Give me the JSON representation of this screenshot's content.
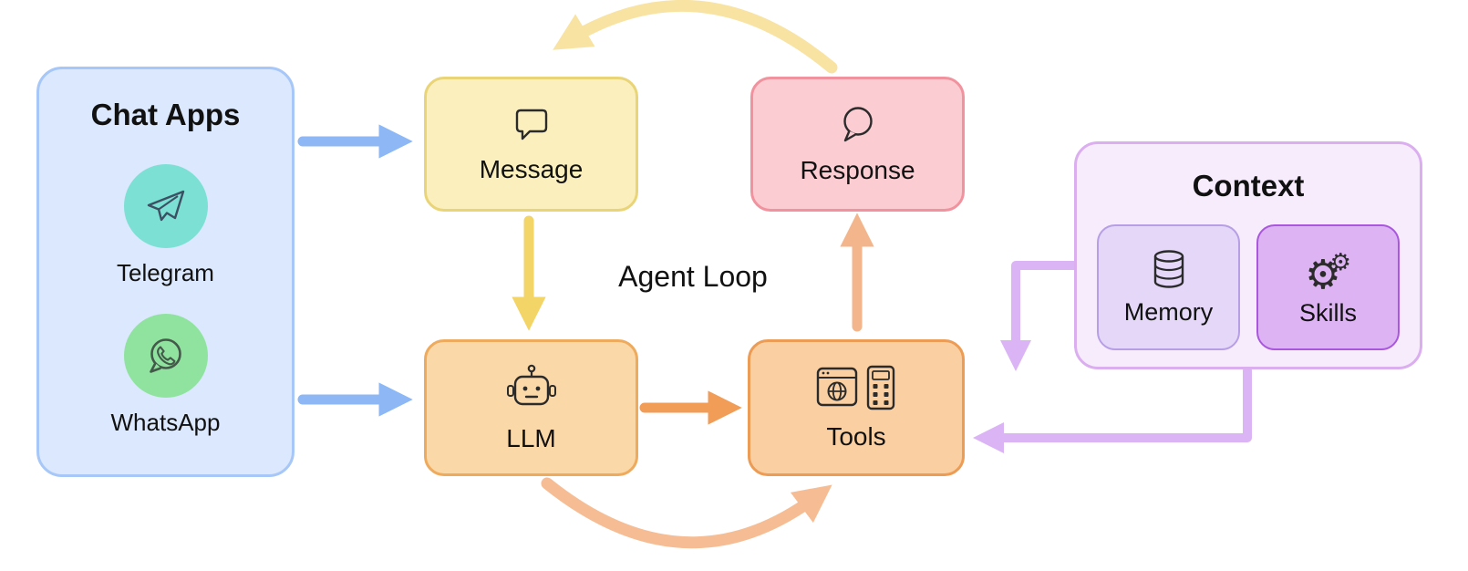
{
  "chat_apps": {
    "title": "Chat Apps",
    "telegram_label": "Telegram",
    "whatsapp_label": "WhatsApp"
  },
  "nodes": {
    "message": {
      "label": "Message",
      "icon": "speech-bubble-square-icon"
    },
    "response": {
      "label": "Response",
      "icon": "speech-bubble-round-icon"
    },
    "llm": {
      "label": "LLM",
      "icon": "robot-icon"
    },
    "tools": {
      "label": "Tools",
      "icon": "browser-calculator-icon"
    }
  },
  "agent_loop_label": "Agent Loop",
  "context": {
    "title": "Context",
    "memory": {
      "label": "Memory",
      "icon": "database-icon"
    },
    "skills": {
      "label": "Skills",
      "icon": "gears-icon"
    }
  },
  "glyphs": {
    "gear": "⚙"
  },
  "arrows": [
    {
      "from": "chat-apps",
      "to": "message",
      "style": "straight",
      "color": "#8db8f5"
    },
    {
      "from": "chat-apps",
      "to": "llm",
      "style": "straight",
      "color": "#8db8f5"
    },
    {
      "from": "message",
      "to": "llm",
      "style": "straight",
      "color": "#f3d467"
    },
    {
      "from": "llm",
      "to": "tools",
      "style": "straight",
      "color": "#f19d58"
    },
    {
      "from": "tools",
      "to": "response",
      "style": "straight",
      "color": "#f3b68c"
    },
    {
      "from": "response",
      "to": "message",
      "style": "curved-top",
      "color": "#f8e3a3"
    },
    {
      "from": "llm",
      "to": "tools",
      "style": "curved-bottom",
      "color": "#f6bd94"
    },
    {
      "from": "context",
      "to": "tools",
      "style": "elbow-down",
      "color": "#dab4f5"
    },
    {
      "from": "context",
      "to": "tools",
      "style": "elbow-left",
      "color": "#dab4f5"
    }
  ],
  "colors": {
    "chat_apps_fill": "#dbe8fd",
    "chat_apps_border": "#a6c7f7",
    "telegram_circle": "#7ce0d4",
    "whatsapp_circle": "#8fe39f",
    "message_fill": "#fbf0bd",
    "message_border": "#e9d478",
    "response_fill": "#fcccd3",
    "response_border": "#f1939f",
    "llm_fill": "#fbd8a7",
    "llm_border": "#eeab5e",
    "tools_fill": "#fad0a3",
    "tools_border": "#ec9c55",
    "context_fill": "#f7ecfc",
    "context_border": "#dbaef0",
    "memory_fill": "#e4d7f8",
    "memory_border": "#b79fe6",
    "skills_fill": "#ddb3f4",
    "skills_border": "#a957de",
    "blue_arrow": "#8db8f5",
    "yellow_arrow": "#f3d467",
    "top_loop_arrow": "#f8e3a3",
    "orange_arrow": "#f19d58",
    "peach_arrow": "#f3b68c",
    "bottom_loop_arrow": "#f6bd94",
    "purple_arrow": "#dab4f5"
  }
}
